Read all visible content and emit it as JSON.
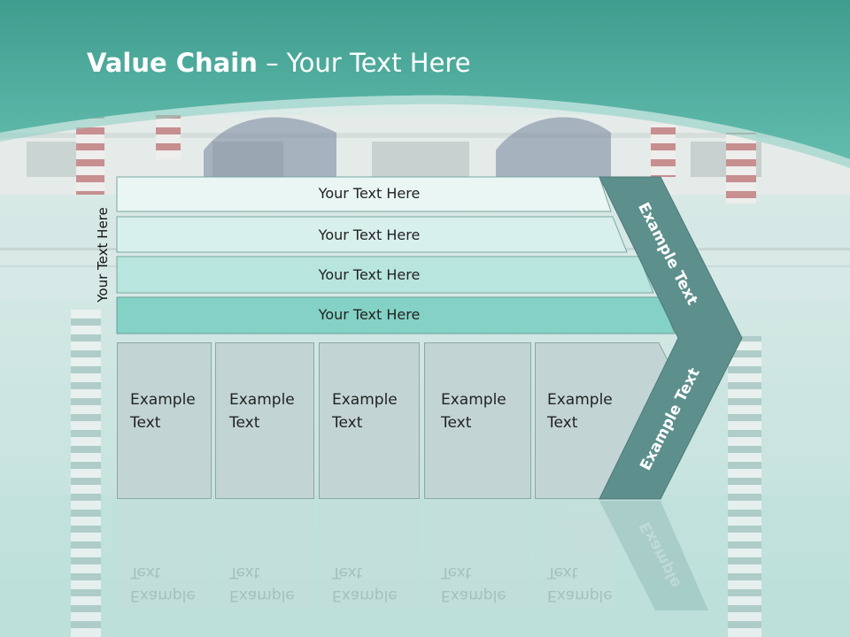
{
  "title": {
    "bold": "Value Chain",
    "rest": " – Your Text Here"
  },
  "side_label": "Your Text Here",
  "bars": [
    {
      "label": "Your Text Here"
    },
    {
      "label": "Your Text Here"
    },
    {
      "label": "Your Text Here"
    },
    {
      "label": "Your Text Here"
    }
  ],
  "boxes": [
    {
      "line1": "Example",
      "line2": "Text"
    },
    {
      "line1": "Example",
      "line2": "Text"
    },
    {
      "line1": "Example",
      "line2": "Text"
    },
    {
      "line1": "Example",
      "line2": "Text"
    },
    {
      "line1": "Example",
      "line2": "Text"
    }
  ],
  "chevron": {
    "upper": "Example Text",
    "lower": "Example Text",
    "reflection": "Example"
  },
  "colors": {
    "header": "#4fb0a2",
    "chevron": "#5d8f8d",
    "box": "#c2d5d4",
    "bar_dark": "#84d2c5"
  }
}
